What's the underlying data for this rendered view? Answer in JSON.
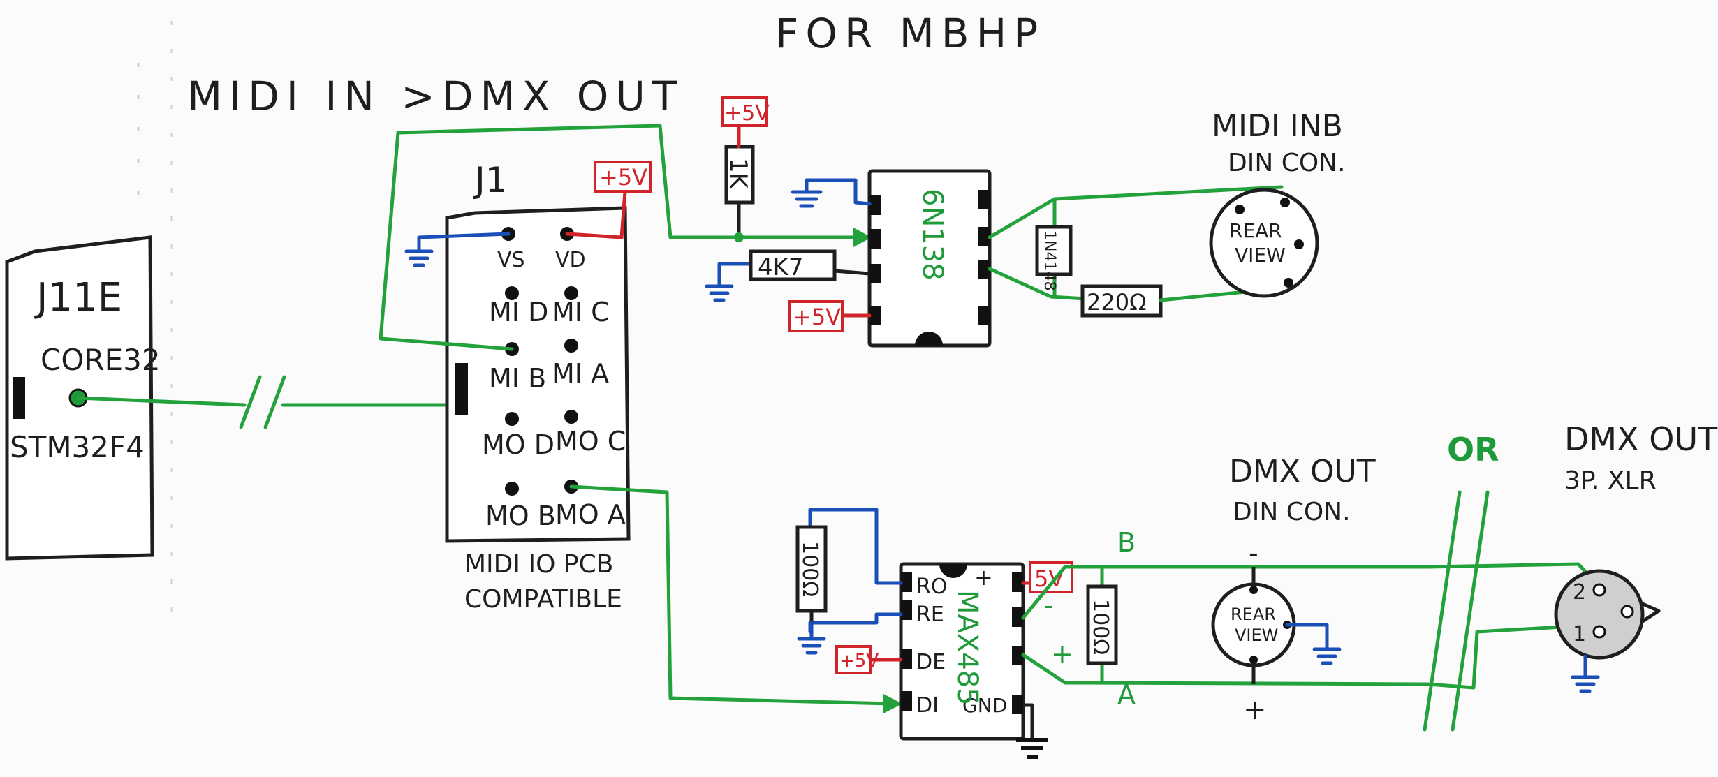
{
  "title": {
    "line1": "MIDI IN >DMX OUT",
    "line2": "FOR MBHP"
  },
  "core": {
    "label1": "J11E",
    "label2": "CORE32",
    "label3": "STM32F4"
  },
  "midi_io": {
    "header": "J1",
    "pins": [
      "VS",
      "VD",
      "MI D",
      "MI C",
      "MI B",
      "MI A",
      "MO D",
      "MO C",
      "MO B",
      "MO A"
    ],
    "caption1": "MIDI IO PCB",
    "caption2": "COMPATIBLE"
  },
  "power": {
    "label": "+5V"
  },
  "optocoupler": {
    "part": "6N138"
  },
  "resistors": {
    "r_pullup": "1K",
    "r_4k7": "4K7",
    "r_diode": "1N4148",
    "r_220": "220Ω",
    "r_term": "100Ω",
    "r_bias": "100Ω"
  },
  "midi_in_connector": {
    "title": "MIDI INB",
    "subtitle": "DIN CON.",
    "view": [
      "REAR",
      "VIEW"
    ]
  },
  "transceiver": {
    "part": "MAX485",
    "pins_left": [
      "RO",
      "RE",
      "DE",
      "DI"
    ],
    "pins_right": [
      "+",
      "",
      "",
      "GND"
    ],
    "supply": "5V",
    "supply_de": "+5V"
  },
  "dmx_din": {
    "title": "DMX OUT",
    "subtitle": "DIN CON.",
    "view": [
      "REAR",
      "VIEW"
    ],
    "line_b": "B",
    "line_a": "A",
    "minus": "-",
    "plus": "+"
  },
  "or_label": "OR",
  "dmx_xlr": {
    "title": "DMX OUT",
    "subtitle": "3P. XLR",
    "pin_top": "2",
    "pin_bottom": "1"
  }
}
